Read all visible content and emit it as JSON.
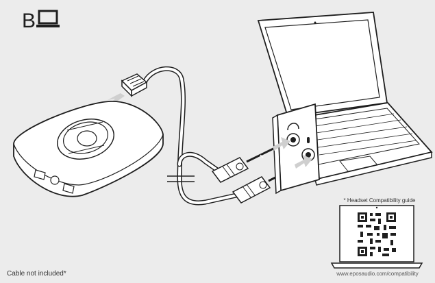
{
  "section": {
    "letter": "B",
    "icon": "laptop-icon"
  },
  "caption": "Cable not included*",
  "compatibility": {
    "title": "* Headset Compatibility guide",
    "url": "www.eposaudio.com/compatibility",
    "icon": "laptop-qr-icon"
  },
  "colors": {
    "background": "#ececec",
    "outline": "#1e1e1e",
    "arrow": "#cfcfcf"
  }
}
